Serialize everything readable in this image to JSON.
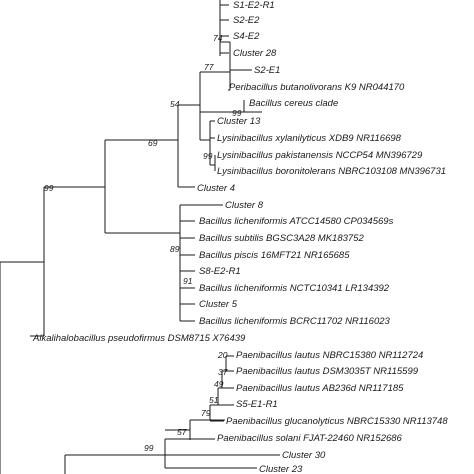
{
  "tree": {
    "leaves": [
      "S1-E2-R1",
      "S2-E2",
      "S4-E2",
      "Cluster 28",
      "S2-E1",
      "Peribacillus butanolivorans K9 NR044170",
      "Bacillus cereus clade",
      "Cluster 13",
      "Lysinibacillus xylanilyticus XDB9 NR116698",
      "Lysinibacillus pakistanensis NCCP54 MN396729",
      "Lysinibacillus boronitolerans NBRC103108 MN396731",
      "Cluster 4",
      "Cluster 8",
      "Bacillus licheniformis ATCC14580 CP034569s",
      "Bacillus subtilis BGSC3A28 MK183752",
      "Bacillus piscis 16MFT21 NR165685",
      "S8-E2-R1",
      "Bacillus licheniformis NCTC10341 LR134392",
      "Cluster 5",
      "Bacillus licheniformis BCRC11702 NR116023",
      "Alkalihalobacillus pseudofirmus DSM8715 X76439",
      "Paenibacillus lautus NBRC15380 NR112724",
      "Paenibacillus lautus DSM3035T NR115599",
      "Paenibacillus lautus AB236d NR117185",
      "S5-E1-R1",
      "Paenibacillus glucanolyticus NBRC15330 NR113748",
      "Paenibacillus solani FJAT-22460 NR152686",
      "Cluster 30",
      "Cluster 23"
    ],
    "bootstrap": [
      "74",
      "77",
      "99",
      "54",
      "99",
      "69",
      "99",
      "89",
      "91",
      "20",
      "37",
      "49",
      "51",
      "79",
      "57",
      "99"
    ]
  }
}
